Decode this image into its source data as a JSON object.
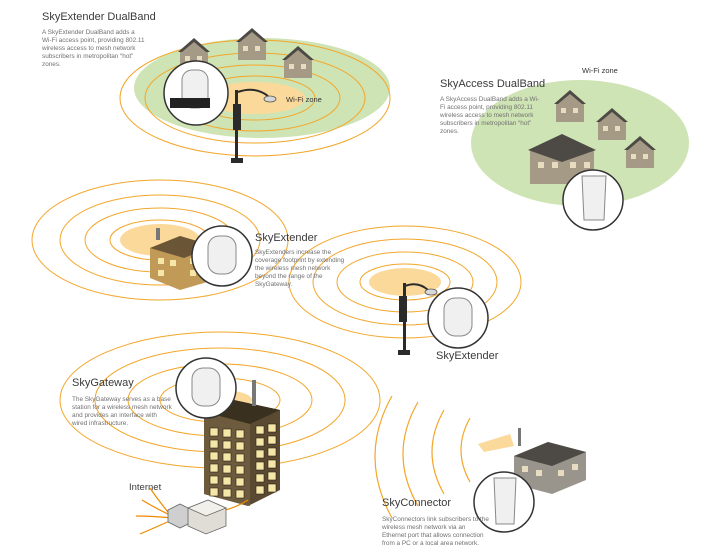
{
  "colors": {
    "ring": "#f3a62a",
    "wifi_zone": "#cfe4b4",
    "footprint": "#fbd99a",
    "house_wall": "#a49a86",
    "house_roof": "#4d4a45",
    "building": "#6e5a3d",
    "window_light": "#f6e6a8",
    "cable": "#f08a00"
  },
  "icons": [
    "house-icon",
    "lamp-post-icon",
    "antenna-unit-icon",
    "office-building-icon",
    "router-box-icon",
    "cable-icon"
  ],
  "extender_dualband": {
    "title": "SkyExtender DualBand",
    "description": "A SkyExtender DualBand adds a Wi-Fi access point, providing 802.11 wireless access to mesh network subscribers in metropolitan “hot” zones.",
    "zone_label": "Wi-Fi zone"
  },
  "access_dualband": {
    "title": "SkyAccess DualBand",
    "description": "A SkyAccess DualBand adds a Wi-Fi access point, providing 802.11 wireless access to mesh network subscribers in metropolitan “hot” zones.",
    "zone_label": "Wi-Fi zone"
  },
  "extender": {
    "title": "SkyExtender",
    "description": "SkyExtenders increase the coverage footprint by extending the wireless mesh network beyond the range of the SkyGateway."
  },
  "extender_street": {
    "title": "SkyExtender"
  },
  "gateway": {
    "title": "SkyGateway",
    "description": "The SkyGateway serves as a base station for a wireless mesh network and provides an interface with wired infrastructure."
  },
  "internet": {
    "label": "Internet"
  },
  "connector": {
    "title": "SkyConnector",
    "description": "SkyConnectors link subscribers to the wireless mesh network via an Ethernet port that allows connection from a PC or a local area network."
  }
}
